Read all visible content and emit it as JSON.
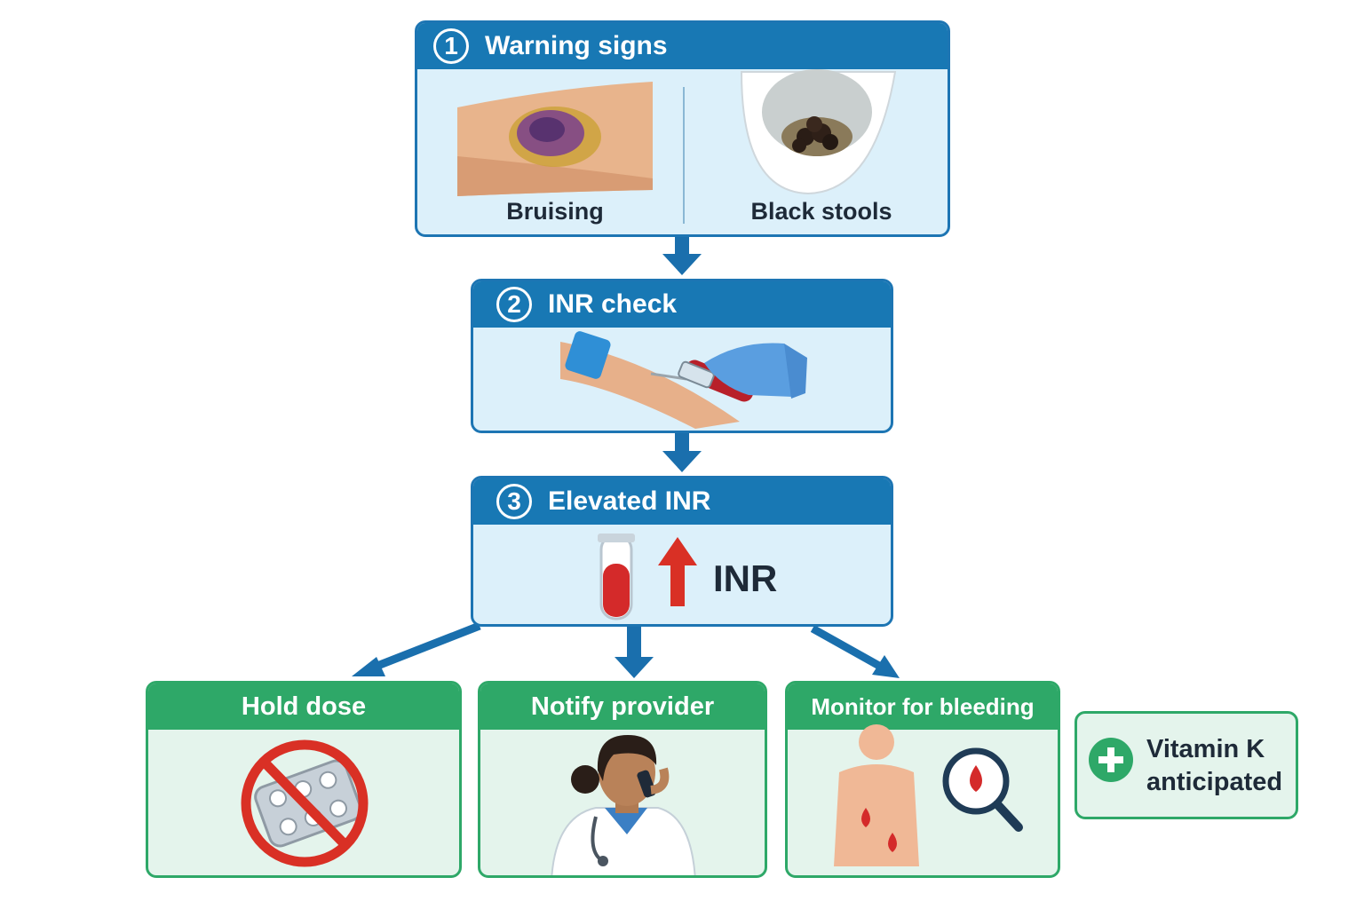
{
  "steps": [
    {
      "number": "1",
      "title": "Warning signs",
      "signs": [
        "Bruising",
        "Black stools"
      ]
    },
    {
      "number": "2",
      "title": "INR check"
    },
    {
      "number": "3",
      "title": "Elevated INR",
      "indicator": "INR"
    }
  ],
  "actions": [
    "Hold dose",
    "Notify provider",
    "Monitor for bleeding"
  ],
  "note": {
    "line1": "Vitamin K",
    "line2": "anticipated",
    "icon": "plus-icon"
  },
  "colors": {
    "step_blue": "#1878b4",
    "action_green": "#2ea868",
    "arrow": "#1a6fad",
    "alert_red": "#d93025"
  }
}
